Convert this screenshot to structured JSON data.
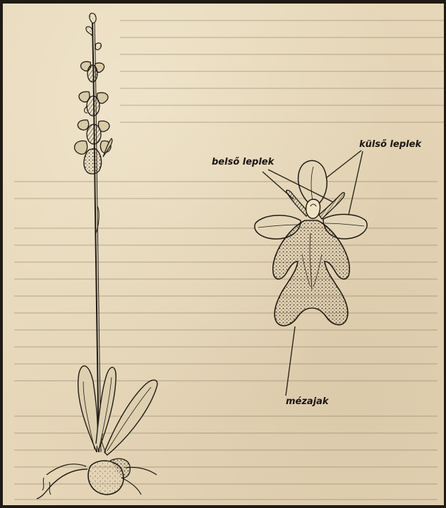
{
  "labels": {
    "belso": "belső leplek",
    "kulso": "külső leplek",
    "mezajak": "mézajak"
  },
  "colors": {
    "paper": "#e6d7b8",
    "ink": "#1f1a14",
    "shading": "#6b5f50"
  }
}
